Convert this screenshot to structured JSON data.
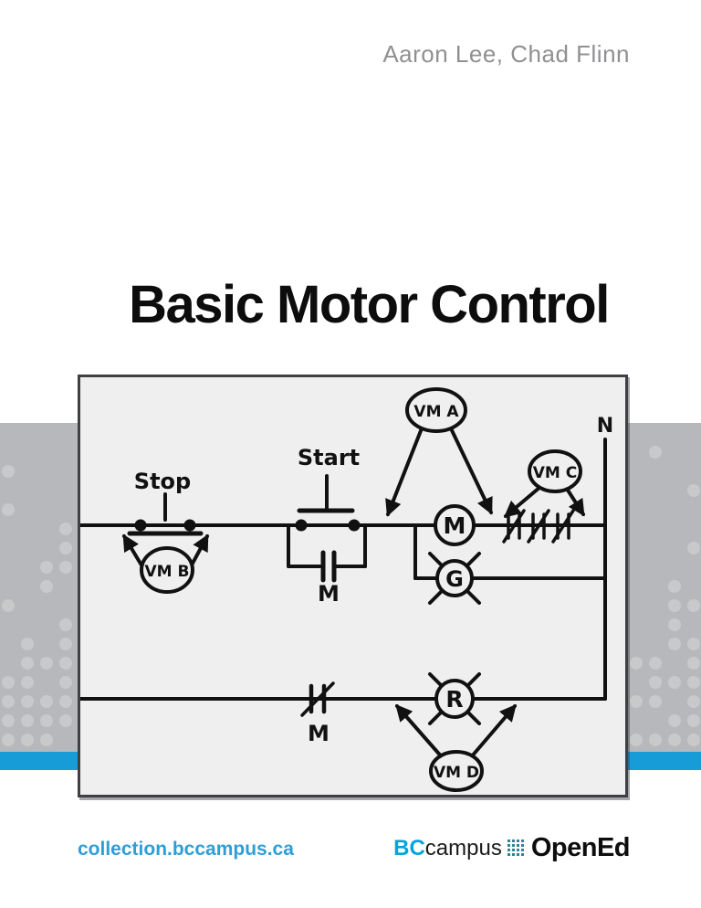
{
  "cover": {
    "author_line": "Aaron Lee, Chad Flinn",
    "title": "Basic Motor Control",
    "footer_url": "collection.bccampus.ca",
    "logo": {
      "bc": "BC",
      "campus": "campus",
      "opened": "OpenEd"
    }
  },
  "colors": {
    "stripe_blue": "#189cd8",
    "link_blue": "#2e9ed6",
    "logo_blue": "#00a5df",
    "logo_dots_teal": "#2f8494",
    "band_gray": "#b6b8bb",
    "band_dot_gray": "#c7c9cb",
    "diagram_bg": "#efefef",
    "ink": "#111111"
  },
  "diagram": {
    "labels": {
      "stop": "Stop",
      "start": "Start",
      "seal_in_m": "M",
      "nc_m": "M",
      "rail_n": "N",
      "coil_m": "M",
      "light_g": "G",
      "light_r": "R",
      "vma": "VM A",
      "vmb": "VM B",
      "vmc": "VM C",
      "vmd": "VM D"
    }
  }
}
